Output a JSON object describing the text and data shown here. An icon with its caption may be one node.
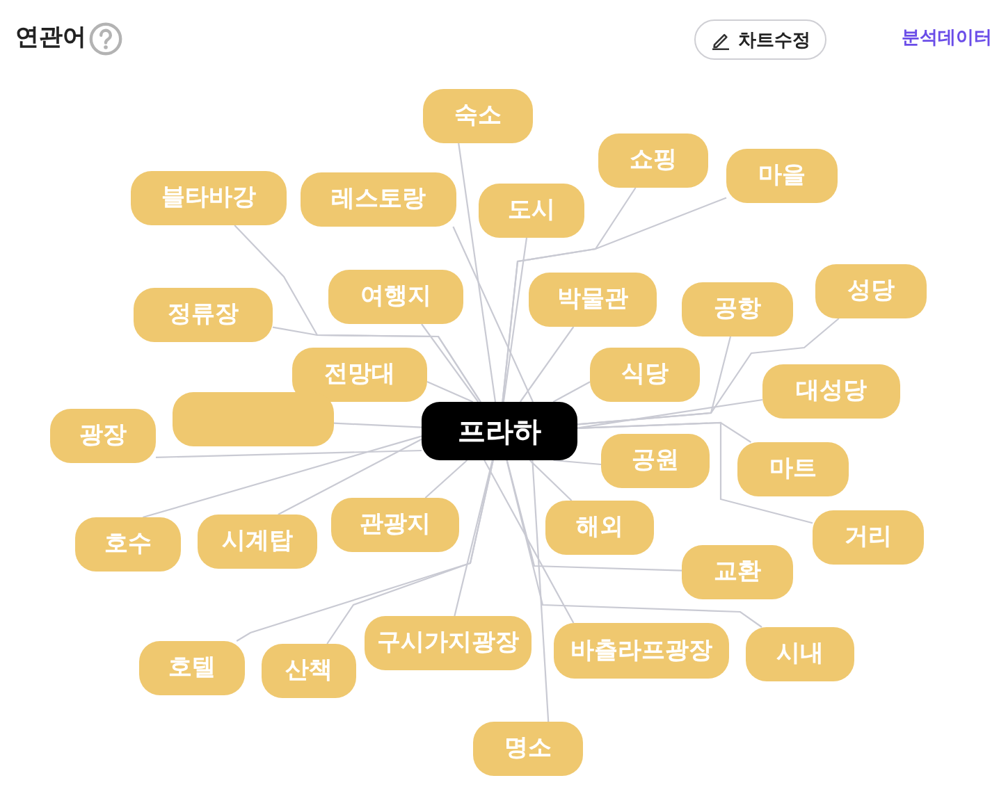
{
  "diagram": {
    "title": "연관어",
    "nodes": [
      {
        "text": [
          "숙소"
        ]
      },
      {
        "text": [
          "쇼핑"
        ]
      },
      {
        "text": [
          "마을"
        ]
      },
      {
        "text": [
          "블타바강"
        ]
      },
      {
        "text": [
          "레스토랑"
        ]
      },
      {
        "text": [
          "도시"
        ]
      },
      {
        "text": [
          "정류장"
        ]
      },
      {
        "text": [
          "여행지"
        ]
      },
      {
        "text": [
          "박물관"
        ]
      },
      {
        "text": [
          "공항"
        ]
      },
      {
        "text": [
          "성당"
        ]
      },
      {
        "text": [
          "전망대"
        ]
      },
      {
        "text": [
          "식당"
        ]
      },
      {
        "text": [
          "대성당"
        ]
      },
      {
        "text": [
          "광장"
        ]
      },
      {
        "text": [],
        "shape": "box"
      },
      {
        "text": [
          "프라하"
        ]
      },
      {
        "text": [
          "공원"
        ]
      },
      {
        "text": [
          "마트"
        ]
      },
      {
        "text": [
          "호수"
        ]
      },
      {
        "text": [
          "시계탑"
        ]
      },
      {
        "text": [
          "관광지"
        ]
      },
      {
        "text": [
          "해외"
        ]
      },
      {
        "text": [
          "거리"
        ]
      },
      {
        "text": [
          "교환"
        ]
      },
      {
        "text": [
          "호텔"
        ]
      },
      {
        "text": [
          "산책"
        ]
      },
      {
        "text": [
          "구시가지광장"
        ]
      },
      {
        "text": [
          "바츨라프광장"
        ]
      },
      {
        "text": [
          "시내"
        ]
      },
      {
        "text": [
          "명소"
        ]
      }
    ],
    "edges": [
      {
        "from": 16,
        "to": 0,
        "arrow": "none"
      },
      {
        "from": 16,
        "to": 1,
        "arrow": "none"
      },
      {
        "from": 16,
        "to": 2,
        "arrow": "none"
      },
      {
        "from": 16,
        "to": 3,
        "arrow": "none"
      },
      {
        "from": 16,
        "to": 4,
        "arrow": "none"
      },
      {
        "from": 16,
        "to": 5,
        "arrow": "none"
      },
      {
        "from": 16,
        "to": 6,
        "arrow": "none"
      },
      {
        "from": 16,
        "to": 7,
        "arrow": "none"
      },
      {
        "from": 16,
        "to": 8,
        "arrow": "none"
      },
      {
        "from": 16,
        "to": 9,
        "arrow": "none"
      },
      {
        "from": 16,
        "to": 10,
        "arrow": "none"
      },
      {
        "from": 16,
        "to": 11,
        "arrow": "none"
      },
      {
        "from": 16,
        "to": 12,
        "arrow": "none"
      },
      {
        "from": 16,
        "to": 13,
        "arrow": "none"
      },
      {
        "from": 16,
        "to": 14,
        "arrow": "none"
      },
      {
        "from": 16,
        "to": 15,
        "arrow": "none"
      },
      {
        "from": 16,
        "to": 17,
        "arrow": "none"
      },
      {
        "from": 16,
        "to": 18,
        "arrow": "none"
      },
      {
        "from": 16,
        "to": 19,
        "arrow": "none"
      },
      {
        "from": 16,
        "to": 20,
        "arrow": "none"
      },
      {
        "from": 16,
        "to": 21,
        "arrow": "none"
      },
      {
        "from": 16,
        "to": 22,
        "arrow": "none"
      },
      {
        "from": 16,
        "to": 23,
        "arrow": "none"
      },
      {
        "from": 16,
        "to": 24,
        "arrow": "none"
      },
      {
        "from": 16,
        "to": 25,
        "arrow": "none"
      },
      {
        "from": 16,
        "to": 26,
        "arrow": "none"
      },
      {
        "from": 16,
        "to": 27,
        "arrow": "none"
      },
      {
        "from": 16,
        "to": 28,
        "arrow": "none"
      },
      {
        "from": 16,
        "to": 29,
        "arrow": "none"
      },
      {
        "from": 16,
        "to": 30,
        "arrow": "none"
      }
    ],
    "labels": [
      "차트수정",
      "분석데이터"
    ]
  }
}
